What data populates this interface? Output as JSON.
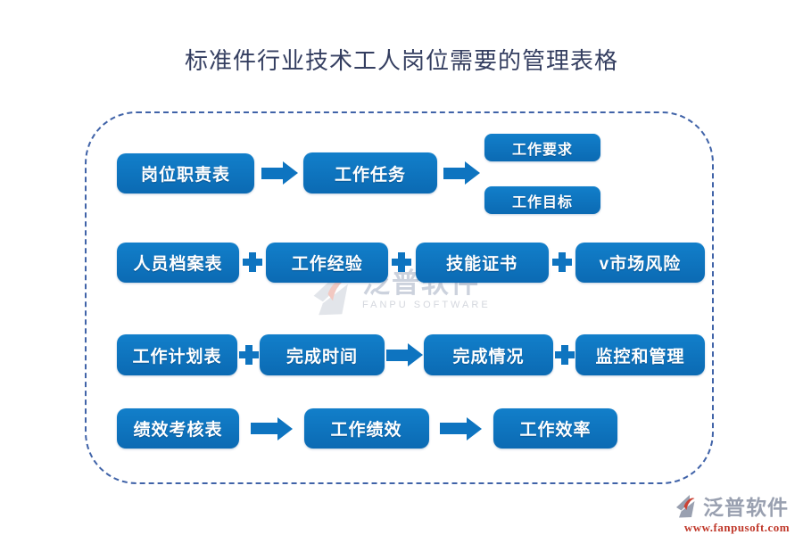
{
  "title": "标准件行业技术工人岗位需要的管理表格",
  "flow": {
    "row1": {
      "box1": "岗位职责表",
      "box2": "工作任务",
      "stack_top": "工作要求",
      "stack_bottom": "工作目标"
    },
    "row2": {
      "box1": "人员档案表",
      "box2": "工作经验",
      "box3": "技能证书",
      "box4": "v市场风险"
    },
    "row3": {
      "box1": "工作计划表",
      "box2": "完成时间",
      "box3": "完成情况",
      "box4": "监控和管理"
    },
    "row4": {
      "box1": "绩效考核表",
      "box2": "工作绩效",
      "box3": "工作效率"
    }
  },
  "watermark": {
    "brand": "泛普软件",
    "caption": "FANPU SOFTWARE"
  },
  "footer": {
    "brand": "泛普软件",
    "url": "www.fanpusoft.com"
  },
  "colors": {
    "accent_blue": "#0e74c0",
    "accent_blue_light": "#127fca",
    "accent_blue_dark": "#0b6ab3",
    "frame_blue": "#4063a8",
    "title_navy": "#343e60",
    "watermark_gray": "#bcc3d2",
    "logo_gray": "#99a0b0",
    "logo_red": "#cb4335",
    "url_red": "#c0392b"
  }
}
